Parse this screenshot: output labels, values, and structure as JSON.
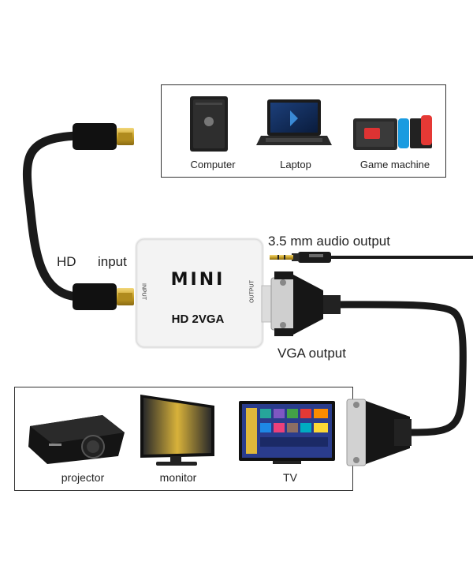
{
  "sources": {
    "items": [
      {
        "label": "Computer",
        "icon": "desktop-computer-icon"
      },
      {
        "label": "Laptop",
        "icon": "laptop-icon"
      },
      {
        "label": "Game machine",
        "icon": "game-console-icon"
      }
    ]
  },
  "displays": {
    "items": [
      {
        "label": "projector",
        "icon": "projector-icon"
      },
      {
        "label": "monitor",
        "icon": "monitor-icon"
      },
      {
        "label": "TV",
        "icon": "tv-icon"
      }
    ]
  },
  "adapter": {
    "brand": "MINI",
    "model": "HD 2VGA",
    "input_port": "INPUT",
    "output_port": "OUTPUT"
  },
  "callouts": {
    "hd_label": "HD",
    "input_label": "input",
    "audio": "3.5 mm audio output",
    "vga": "VGA output"
  },
  "colors": {
    "cable": "#1a1a1a",
    "gold": "#c9a227",
    "adapter": "#f2f2f2",
    "frame": "#333333"
  }
}
